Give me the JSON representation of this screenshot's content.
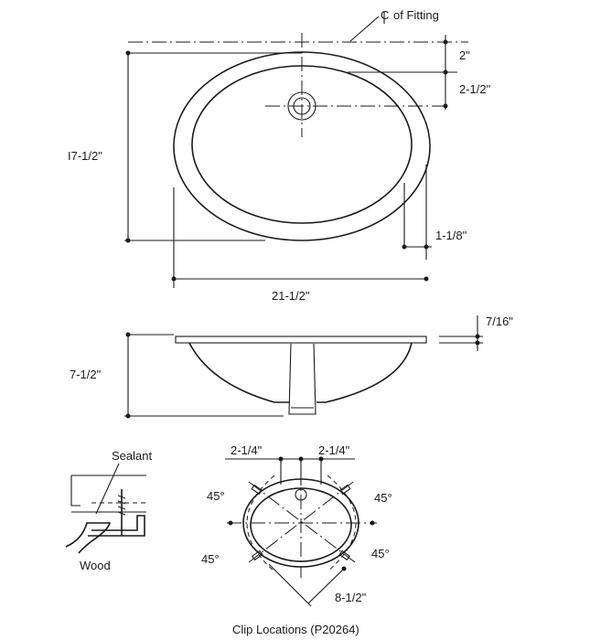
{
  "top_view": {
    "centerline_label": "of Fitting",
    "centerline_symbol": "C",
    "dim_2": "2\"",
    "dim_2_half": "2-1/2\"",
    "dim_17_half": "I7-1/2\"",
    "dim_1_1_8": "1-1/8\"",
    "dim_21_half": "21-1/2\""
  },
  "side_view": {
    "dim_7_16": "7/16\"",
    "dim_7_half": "7-1/2\""
  },
  "detail": {
    "sealant": "Sealant",
    "wood": "Wood"
  },
  "clip_view": {
    "dim_left": "2-1/4\"",
    "dim_right": "2-1/4\"",
    "angle_tl": "45°",
    "angle_tr": "45°",
    "angle_bl": "45°",
    "angle_br": "45°",
    "dim_8_half": "8-1/2\"",
    "caption": "Clip Locations (P20264)"
  }
}
